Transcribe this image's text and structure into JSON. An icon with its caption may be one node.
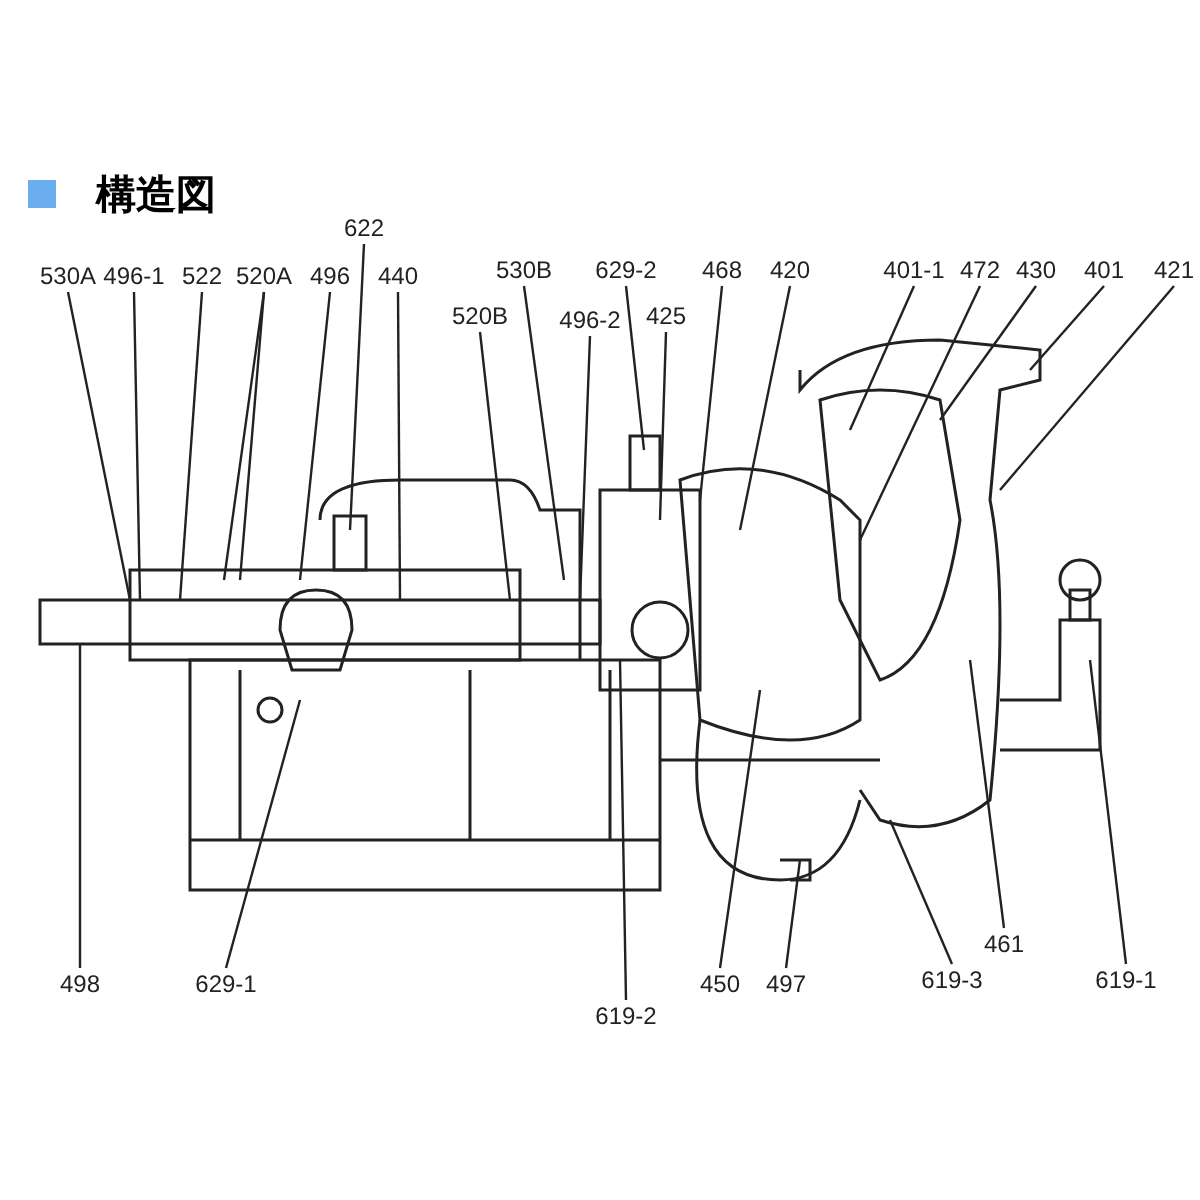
{
  "diagram": {
    "title": "構造図",
    "nodes": [
      {
        "text": [
          "530A"
        ]
      },
      {
        "text": [
          "496-1"
        ]
      },
      {
        "text": [
          "522"
        ]
      },
      {
        "text": [
          "520A"
        ]
      },
      {
        "text": [
          "496"
        ]
      },
      {
        "text": [
          "622"
        ]
      },
      {
        "text": [
          "440"
        ]
      },
      {
        "text": [
          "520B"
        ]
      },
      {
        "text": [
          "530B"
        ]
      },
      {
        "text": [
          "496-2"
        ]
      },
      {
        "text": [
          "629-2"
        ]
      },
      {
        "text": [
          "425"
        ]
      },
      {
        "text": [
          "468"
        ]
      },
      {
        "text": [
          "420"
        ]
      },
      {
        "text": [
          "401-1"
        ]
      },
      {
        "text": [
          "472"
        ]
      },
      {
        "text": [
          "430"
        ]
      },
      {
        "text": [
          "401"
        ]
      },
      {
        "text": [
          "421"
        ]
      },
      {
        "text": [
          "498"
        ]
      },
      {
        "text": [
          "629-1"
        ]
      },
      {
        "text": [
          "619-2"
        ]
      },
      {
        "text": [
          "450"
        ]
      },
      {
        "text": [
          "497"
        ]
      },
      {
        "text": [
          "619-3"
        ]
      },
      {
        "text": [
          "461"
        ]
      },
      {
        "text": [
          "619-1"
        ]
      }
    ],
    "edges": [
      {
        "from": 0,
        "to": null,
        "arrow": "none"
      },
      {
        "from": 1,
        "to": null,
        "arrow": "none"
      },
      {
        "from": 2,
        "to": null,
        "arrow": "none"
      },
      {
        "from": 3,
        "to": null,
        "arrow": "none"
      },
      {
        "from": 3,
        "to": null,
        "arrow": "none"
      },
      {
        "from": 4,
        "to": null,
        "arrow": "none"
      },
      {
        "from": 5,
        "to": null,
        "arrow": "none"
      },
      {
        "from": 6,
        "to": null,
        "arrow": "none"
      },
      {
        "from": 7,
        "to": null,
        "arrow": "none"
      },
      {
        "from": 8,
        "to": null,
        "arrow": "none"
      },
      {
        "from": 9,
        "to": null,
        "arrow": "none"
      },
      {
        "from": 10,
        "to": null,
        "arrow": "none"
      },
      {
        "from": 11,
        "to": null,
        "arrow": "none"
      },
      {
        "from": 12,
        "to": null,
        "arrow": "none"
      },
      {
        "from": 13,
        "to": null,
        "arrow": "none"
      },
      {
        "from": 14,
        "to": null,
        "arrow": "none"
      },
      {
        "from": 15,
        "to": null,
        "arrow": "none"
      },
      {
        "from": 16,
        "to": null,
        "arrow": "none"
      },
      {
        "from": 17,
        "to": null,
        "arrow": "none"
      },
      {
        "from": 18,
        "to": null,
        "arrow": "none"
      },
      {
        "from": 19,
        "to": null,
        "arrow": "none"
      },
      {
        "from": 20,
        "to": null,
        "arrow": "none"
      },
      {
        "from": 21,
        "to": null,
        "arrow": "none"
      },
      {
        "from": 22,
        "to": null,
        "arrow": "none"
      },
      {
        "from": 23,
        "to": null,
        "arrow": "none"
      },
      {
        "from": 24,
        "to": null,
        "arrow": "none"
      },
      {
        "from": 25,
        "to": null,
        "arrow": "none"
      },
      {
        "from": 26,
        "to": null,
        "arrow": "none"
      }
    ]
  }
}
